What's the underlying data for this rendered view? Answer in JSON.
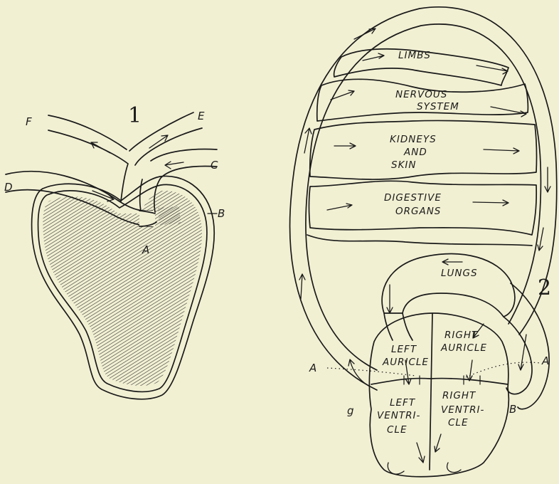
{
  "figure1": {
    "number": "1",
    "labels": {
      "a": "A",
      "b": "B",
      "c": "C",
      "d": "D",
      "e": "E",
      "f": "F"
    }
  },
  "figure2": {
    "number": "2",
    "organs": {
      "limbs": "LIMBS",
      "nervous_1": "NERVOUS",
      "nervous_2": "SYSTEM",
      "kidneys_1": "KIDNEYS",
      "kidneys_2": "AND",
      "kidneys_3": "SKIN",
      "digestive_1": "DIGESTIVE",
      "digestive_2": "ORGANS",
      "lungs": "LUNGS"
    },
    "chambers": {
      "left_auricle_1": "LEFT",
      "left_auricle_2": "AURICLE",
      "right_auricle_1": "RIGHT",
      "right_auricle_2": "AURICLE",
      "left_ventricle_1": "LEFT",
      "left_ventricle_2": "VENTRI-",
      "left_ventricle_3": "CLE",
      "right_ventricle_1": "RIGHT",
      "right_ventricle_2": "VENTRI-",
      "right_ventricle_3": "CLE"
    },
    "labels": {
      "a_left": "A",
      "a_right": "A",
      "b": "B",
      "g": "g"
    }
  }
}
